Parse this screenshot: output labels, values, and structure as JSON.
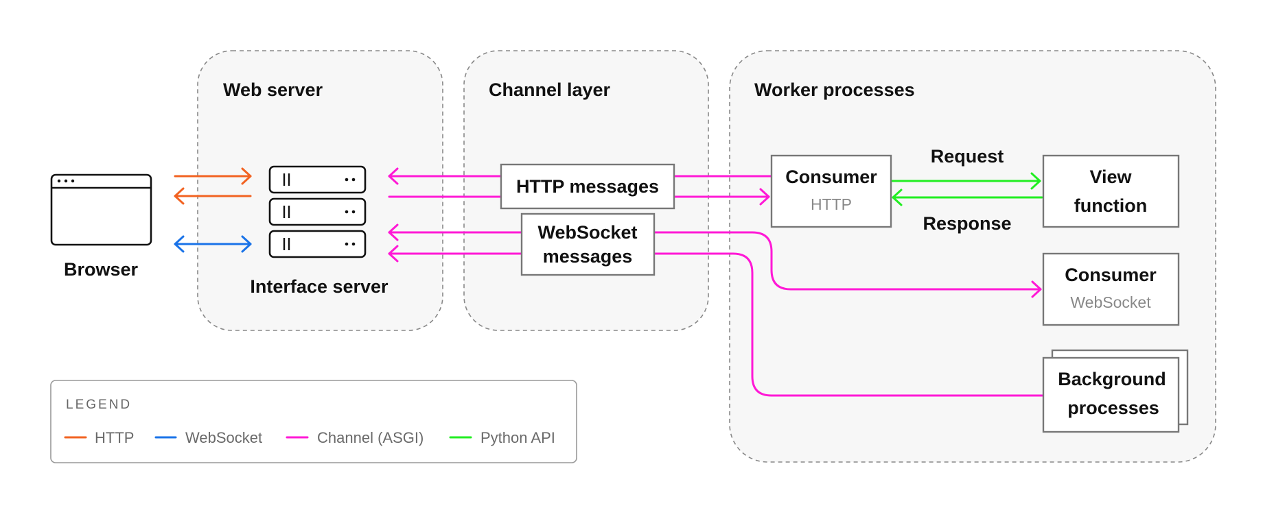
{
  "colors": {
    "http": "#f26322",
    "websocket": "#1a73e8",
    "channel": "#ff19d6",
    "python_api": "#22ee22",
    "region_fill": "#f7f7f7",
    "region_border": "#888888",
    "box_border": "#777777",
    "ink": "#111111",
    "muted": "#888888"
  },
  "regions": {
    "web_server": "Web server",
    "channel_layer": "Channel layer",
    "worker_processes": "Worker processes"
  },
  "browser": {
    "label": "Browser",
    "icon": "browser-window-icon"
  },
  "interface_server": {
    "label": "Interface server",
    "icon": "server-stack-icon"
  },
  "channel_nodes": {
    "http_messages": "HTTP messages",
    "websocket_messages": [
      "WebSocket",
      "messages"
    ]
  },
  "workers": {
    "consumer_http": {
      "title": "Consumer",
      "subtitle": "HTTP"
    },
    "view_function": [
      "View",
      "function"
    ],
    "consumer_ws": {
      "title": "Consumer",
      "subtitle": "WebSocket"
    },
    "background": [
      "Background",
      "processes"
    ]
  },
  "edge_labels": {
    "request": "Request",
    "response": "Response"
  },
  "legend": {
    "title": "LEGEND",
    "items": [
      {
        "label": "HTTP",
        "color": "#f26322"
      },
      {
        "label": "WebSocket",
        "color": "#1a73e8"
      },
      {
        "label": "Channel (ASGI)",
        "color": "#ff19d6"
      },
      {
        "label": "Python API",
        "color": "#22ee22"
      }
    ]
  }
}
